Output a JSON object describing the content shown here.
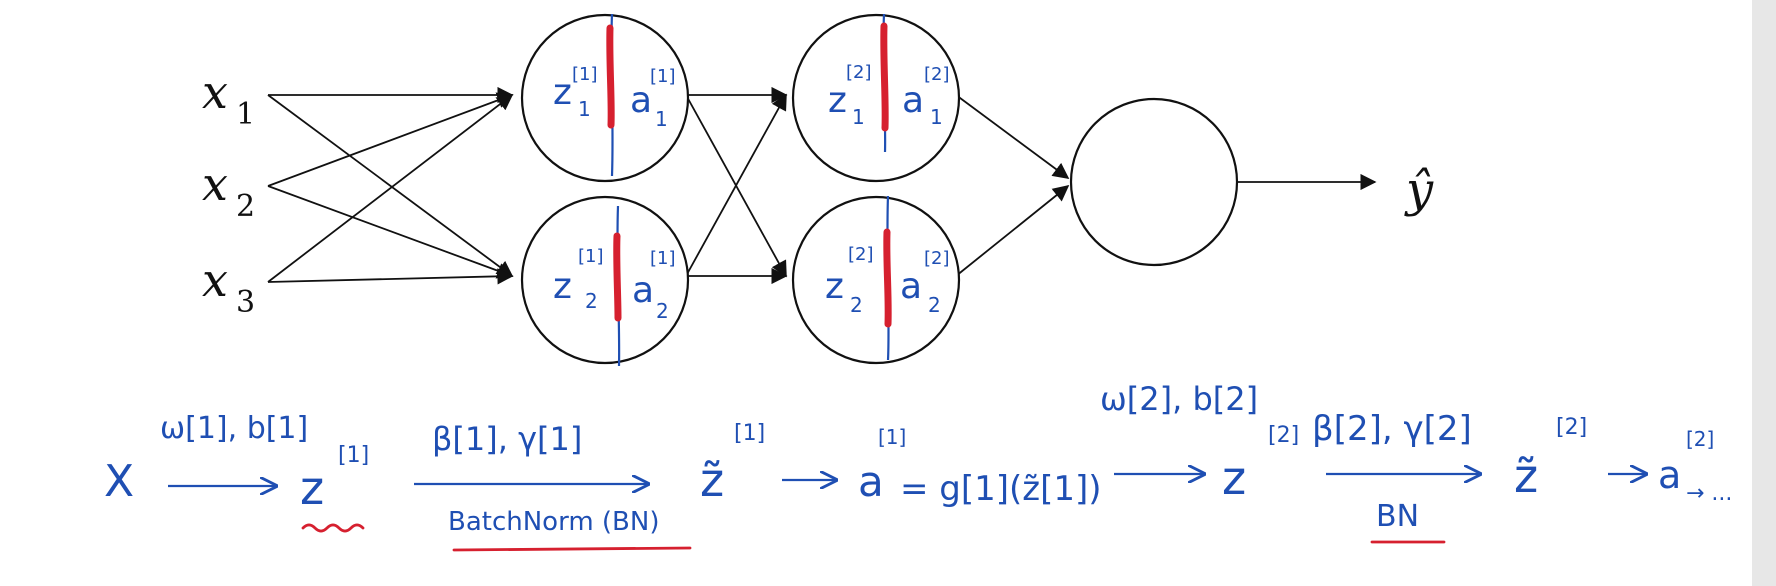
{
  "inputs": {
    "x1": {
      "base": "x",
      "sub": "1"
    },
    "x2": {
      "base": "x",
      "sub": "2"
    },
    "x3": {
      "base": "x",
      "sub": "3"
    }
  },
  "output": {
    "label": "ŷ"
  },
  "nodes": {
    "l1n1": {
      "z": "z",
      "z_sup": "[1]",
      "z_sub": "1",
      "a": "a",
      "a_sup": "[1]",
      "a_sub": "1"
    },
    "l1n2": {
      "z": "z",
      "z_sup": "[1]",
      "z_sub": "2",
      "a": "a",
      "a_sup": "[1]",
      "a_sub": "2"
    },
    "l2n1": {
      "z": "z",
      "z_sup": "[2]",
      "z_sub": "1",
      "a": "a",
      "a_sup": "[2]",
      "a_sub": "1"
    },
    "l2n2": {
      "z": "z",
      "z_sup": "[2]",
      "z_sub": "2",
      "a": "a",
      "a_sup": "[2]",
      "a_sub": "2"
    }
  },
  "flow": {
    "x": "X",
    "w1b1": "ω[1], b[1]",
    "z1": "z",
    "z1_sup": "[1]",
    "beta1_gamma1": "β[1], γ[1]",
    "batchnorm_label": "BatchNorm (BN)",
    "ztilde1": "z̃",
    "ztilde1_sup": "[1]",
    "a1_eq": "a",
    "a1_sup": "[1]",
    "g_expr": "= g[1](z̃[1])",
    "w2b2": "ω[2], b[2]",
    "z2": "z",
    "z2_sup": "[2]",
    "beta2_gamma2": "β[2], γ[2]",
    "bn_label": "BN",
    "ztilde2": "z̃",
    "ztilde2_sup": "[2]",
    "a2": "a",
    "a2_sup": "[2]",
    "trail": "→ ..."
  },
  "colors": {
    "ink": "#111111",
    "handwriting_blue": "#1f4fb3",
    "annotation_red": "#d6202f"
  }
}
